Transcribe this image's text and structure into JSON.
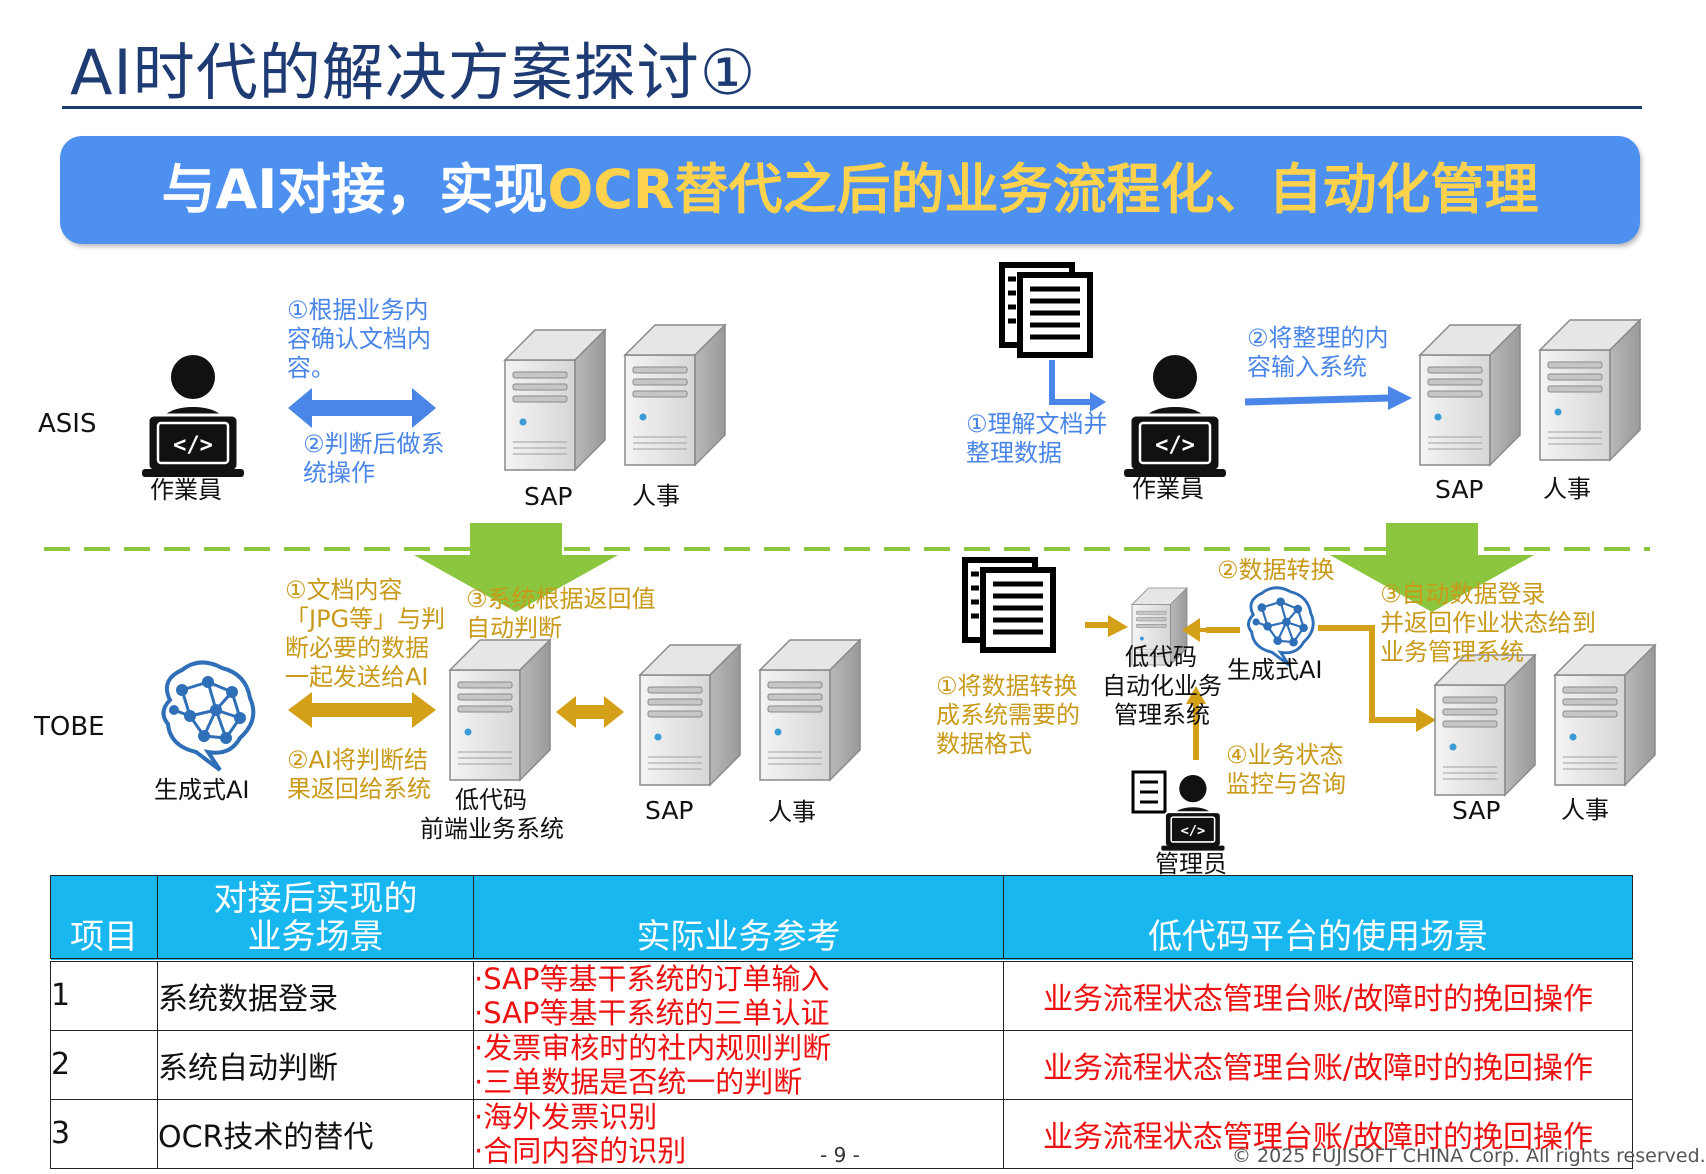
{
  "title": "AI时代的解决方案探讨①",
  "banner": {
    "text_white": "与AI对接，实现",
    "text_yellow": "OCR替代之后的业务流程化、自动化管理"
  },
  "asis": {
    "row_label": "ASIS",
    "left": {
      "worker_label": "作業員",
      "note_top": [
        "①根据业务内",
        "容确认文档内",
        "容。"
      ],
      "note_bottom": [
        "②判断后做系",
        "统操作"
      ],
      "server1_label": "SAP",
      "server2_label": "人事"
    },
    "right": {
      "note_left": [
        "①理解文档并",
        "整理数据"
      ],
      "worker_label": "作業員",
      "note_top": [
        "②将整理的内",
        "容输入系统"
      ],
      "server1_label": "SAP",
      "server2_label": "人事"
    }
  },
  "tobe": {
    "row_label": "TOBE",
    "left": {
      "ai_label": "生成式AI",
      "note_top": [
        "①文档内容",
        "「JPG等」与判",
        "断必要的数据",
        "一起发送给AI"
      ],
      "note_bottom": [
        "②AI将判断结",
        "果返回给系统"
      ],
      "note_server": [
        "③系统根据返回值",
        "自动判断"
      ],
      "lowcode_label": [
        "低代码",
        "前端业务系统"
      ],
      "server1_label": "SAP",
      "server2_label": "人事"
    },
    "right": {
      "note_convert": [
        "①将数据转换",
        "成系统需要的",
        "数据格式"
      ],
      "note_transform": "②数据转换",
      "ai_label": "生成式AI",
      "lowcode_label": [
        "低代码",
        "自动化业务",
        "管理系统"
      ],
      "note_auto": [
        "③自动数据登录",
        "并返回作业状态给到",
        "业务管理系统"
      ],
      "note_monitor": [
        "④业务状态",
        "监控与咨询"
      ],
      "admin_label": "管理员",
      "server1_label": "SAP",
      "server2_label": "人事"
    }
  },
  "table": {
    "headers": {
      "item": "项目",
      "scene": [
        "对接后实现的",
        "业务场景"
      ],
      "reference": "实际业务参考",
      "usage": "低代码平台的使用场景"
    },
    "rows": [
      {
        "no": "1",
        "scene": "系统数据登录",
        "refs": [
          "·SAP等基干系统的订单输入",
          "·SAP等基干系统的三单认证"
        ],
        "usage": "业务流程状态管理台账/故障时的挽回操作"
      },
      {
        "no": "2",
        "scene": "系统自动判断",
        "refs": [
          "·发票审核时的社内规则判断",
          "·三单数据是否统一的判断"
        ],
        "usage": "业务流程状态管理台账/故障时的挽回操作"
      },
      {
        "no": "3",
        "scene": "OCR技术的替代",
        "refs": [
          "·海外发票识别",
          "·合同内容的识别"
        ],
        "usage": "业务流程状态管理台账/故障时的挽回操作"
      }
    ]
  },
  "footer": {
    "page": "- 9 -",
    "copyright": "© 2025 FUJISOFT CHINA Corp. All rights reserved."
  },
  "colors": {
    "title": "#1f3b73",
    "banner": "#4d90ef",
    "banner_highlight": "#ffd24d",
    "asis_arrow": "#4a86e8",
    "tobe_arrow": "#d4a017",
    "down_arrow": "#8cc63f",
    "table_header": "#18b7ef",
    "red_text": "#ee1111"
  }
}
